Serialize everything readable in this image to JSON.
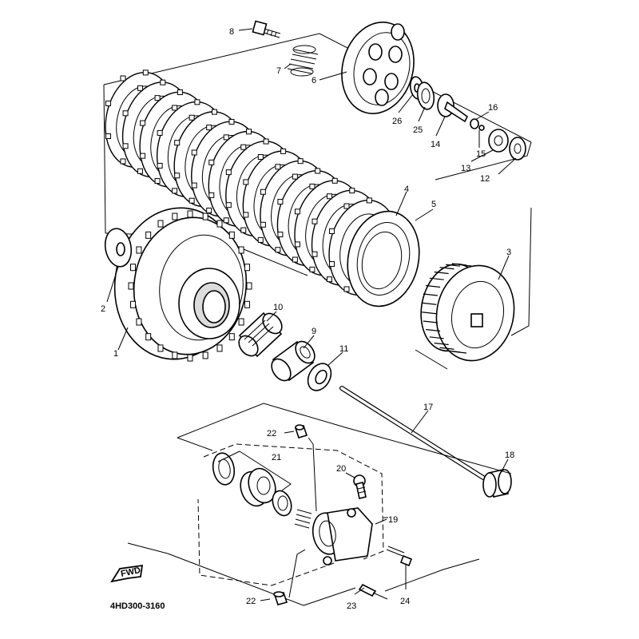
{
  "diagram": {
    "code": "4HD300-3160",
    "direction_badge": "FWD",
    "parts": {
      "p1": "1",
      "p2": "2",
      "p3": "3",
      "p4": "4",
      "p5": "5",
      "p6": "6",
      "p7": "7",
      "p8": "8",
      "p9": "9",
      "p10": "10",
      "p11": "11",
      "p12": "12",
      "p13": "13",
      "p14": "14",
      "p15": "15",
      "p16": "16",
      "p17": "17",
      "p18": "18",
      "p19": "19",
      "p20": "20",
      "p21": "21",
      "p22a": "22",
      "p22b": "22",
      "p23": "23",
      "p24": "24",
      "p25": "25",
      "p26": "26"
    }
  }
}
